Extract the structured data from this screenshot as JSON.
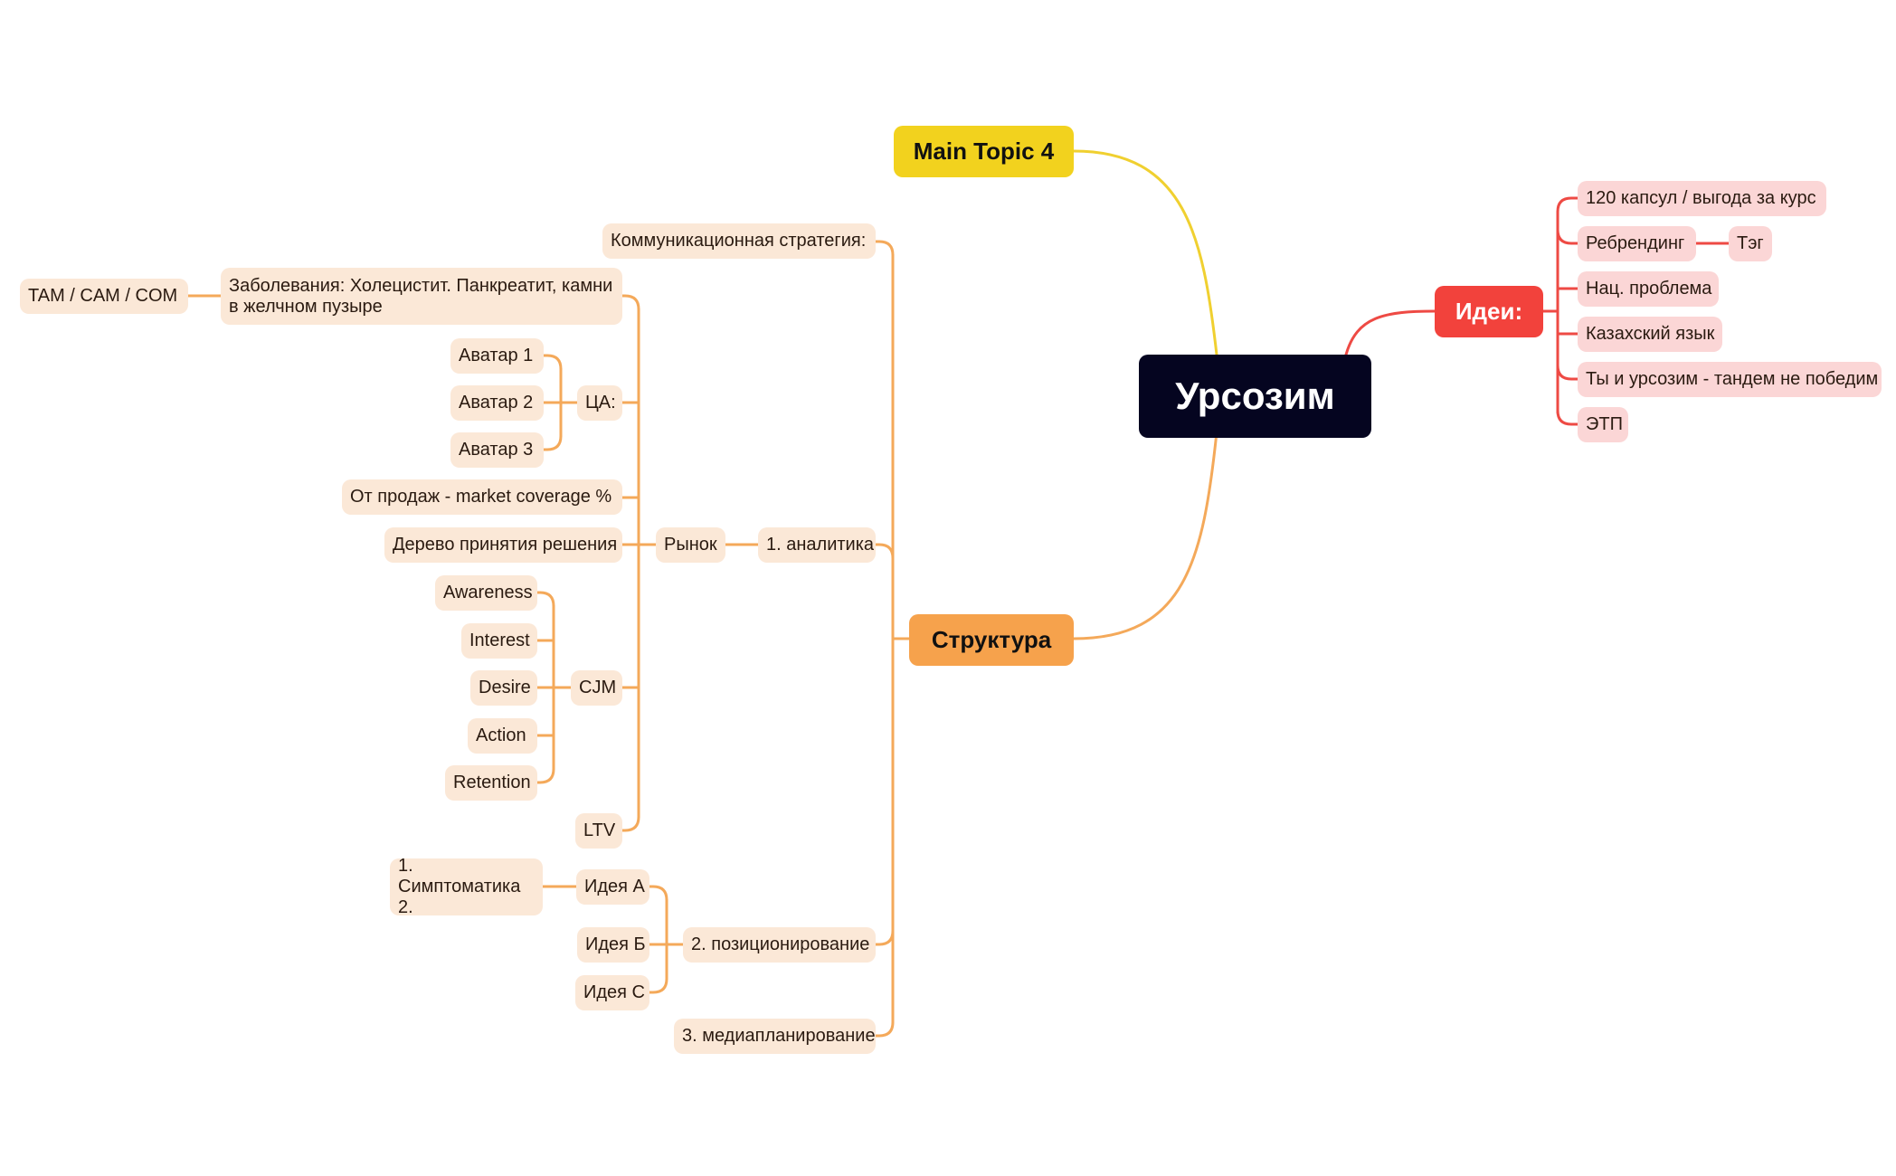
{
  "colors": {
    "root_bg": "#050520",
    "topic_yellow": "#f2d21e",
    "topic_orange": "#f6a24c",
    "topic_red": "#f2423c",
    "sub_orange_bg": "#fbe8d7",
    "sub_red_bg": "#fbd6d6",
    "line_orange": "#f4a95a",
    "line_red": "#ee4a44",
    "line_yellow": "#f0d030"
  },
  "mindmap": {
    "root": "Урсозим",
    "main_topic_4": "Main Topic 4",
    "ideas": {
      "label": "Идеи:",
      "items": [
        "120 капсул / выгода за курс",
        "Ребрендинг",
        "Нац. проблема",
        "Казахский язык",
        "Ты и урсозим - тандем не победим",
        "ЭТП"
      ],
      "rebranding_child": "Тэг"
    },
    "structure": {
      "label": "Структура",
      "comm_strategy": "Коммуникационная стратегия:",
      "analytics": {
        "label": "1. аналитика",
        "market": {
          "label": "Рынок",
          "diseases": "Заболевания: Холецистит. Панкреатит, камни в желчном пузыре",
          "tam": "TAM / CAM / COM",
          "ca": {
            "label": "ЦА:",
            "avatars": [
              "Аватар 1",
              "Аватар 2",
              "Аватар 3"
            ]
          },
          "sales": "От продаж - market coverage %",
          "decision_tree": "Дерево принятия решения",
          "cjm": {
            "label": "CJM",
            "stages": [
              "Awareness",
              "Interest",
              "Desire",
              "Action",
              "Retention"
            ]
          },
          "ltv": "LTV"
        }
      },
      "positioning": {
        "label": "2. позиционирование",
        "idea_a": "Идея А",
        "idea_a_child_line1": "1. Симптоматика",
        "idea_a_child_line2": "2.",
        "idea_b": "Идея Б",
        "idea_c": "Идея С"
      },
      "media": "3. медиапланирование"
    }
  }
}
